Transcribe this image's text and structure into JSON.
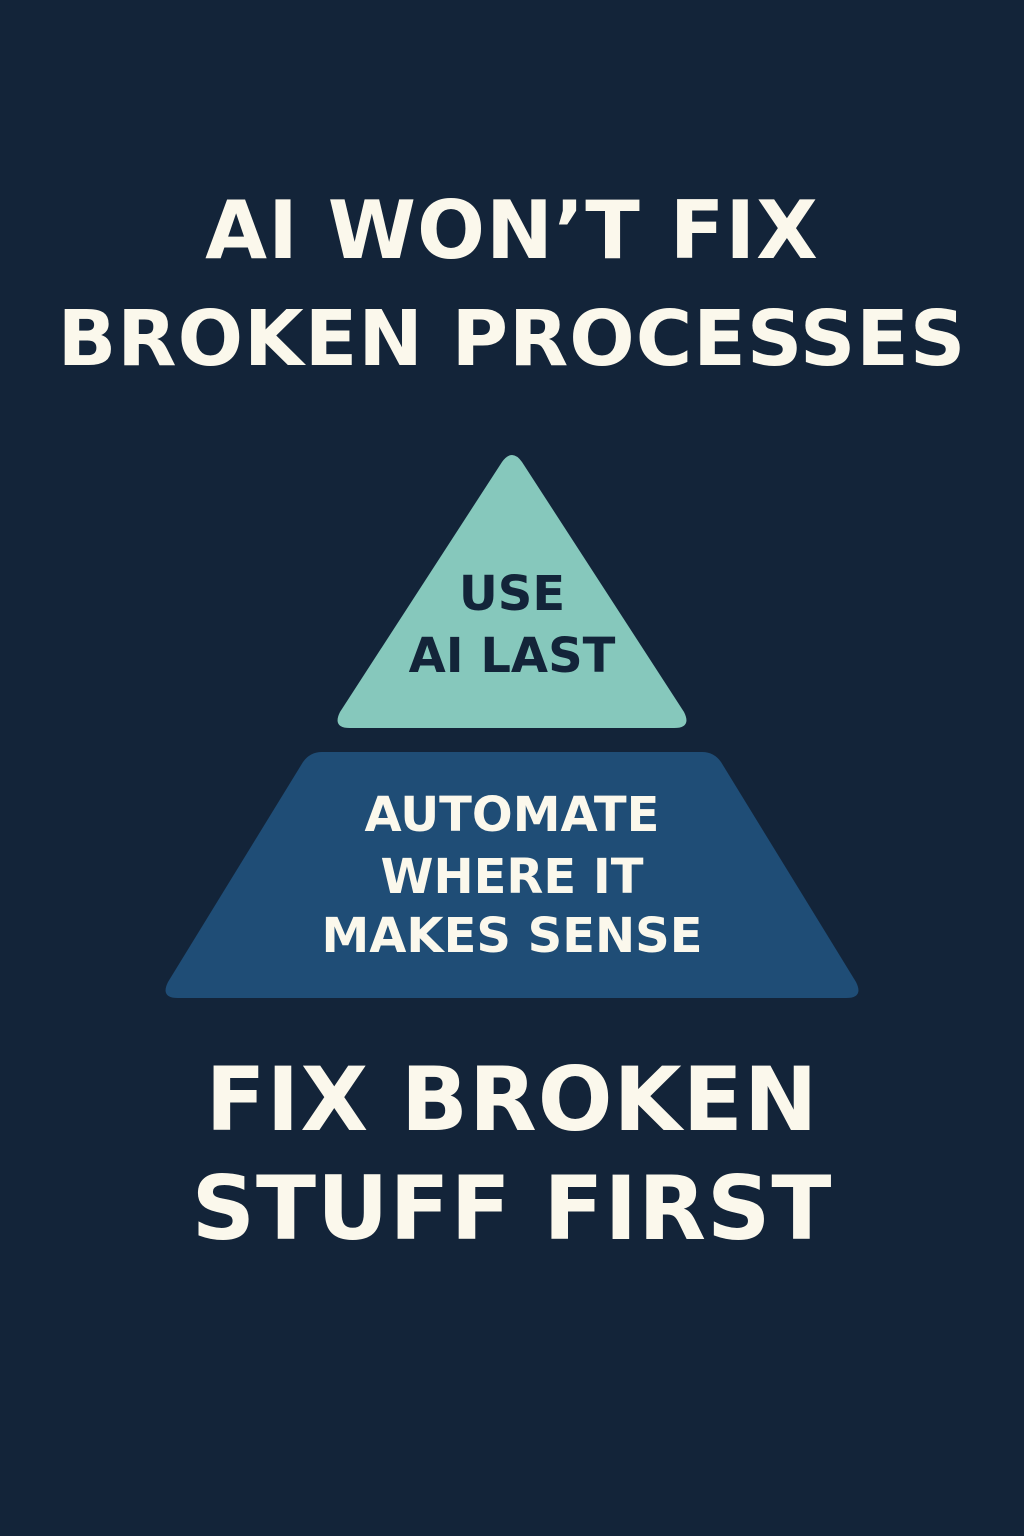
{
  "colors": {
    "background": "#132439",
    "headline_text": "#fbf8ec",
    "apex_fill": "#86c8bc",
    "apex_text": "#132439",
    "middle_fill": "#1f4d76",
    "middle_text": "#fbf8ec"
  },
  "headline": {
    "line1": "AI WON’T FIX",
    "line2": "BROKEN PROCESSES"
  },
  "pyramid": {
    "apex": {
      "line1": "USE",
      "line2": "AI LAST"
    },
    "middle": {
      "line1": "AUTOMATE",
      "line2": "WHERE IT",
      "line3": "MAKES SENSE"
    }
  },
  "footer": {
    "line1": "FIX BROKEN",
    "line2": "STUFF FIRST"
  }
}
